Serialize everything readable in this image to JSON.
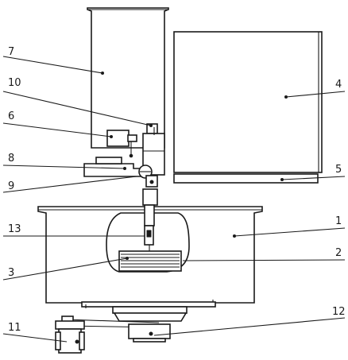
{
  "figure": {
    "labels": {
      "l1": "1",
      "l2": "2",
      "l3": "3",
      "l4": "4",
      "l5": "5",
      "l6": "6",
      "l7": "7",
      "l8": "8",
      "l9": "9",
      "l10": "10",
      "l11": "11",
      "l12": "12",
      "l13": "13"
    }
  }
}
